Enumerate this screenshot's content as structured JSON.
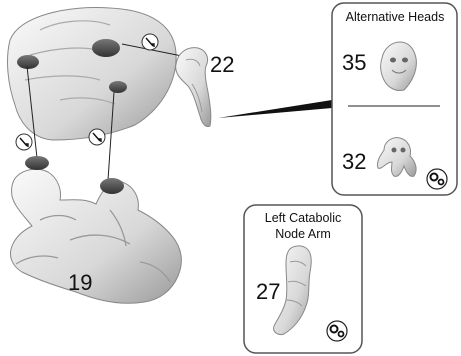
{
  "main_assembly": {
    "part_number": "19"
  },
  "arm_part": {
    "part_number": "22"
  },
  "alternative_heads": {
    "title": "Alternative Heads",
    "options": [
      {
        "part_number": "35"
      },
      {
        "part_number": "32"
      }
    ]
  },
  "left_arm": {
    "title_line1": "Left Catabolic",
    "title_line2": "Node Arm",
    "part_number": "27"
  },
  "icons": {
    "glue": "glue-drop-icon",
    "assembly": "assembly-gears-icon"
  }
}
